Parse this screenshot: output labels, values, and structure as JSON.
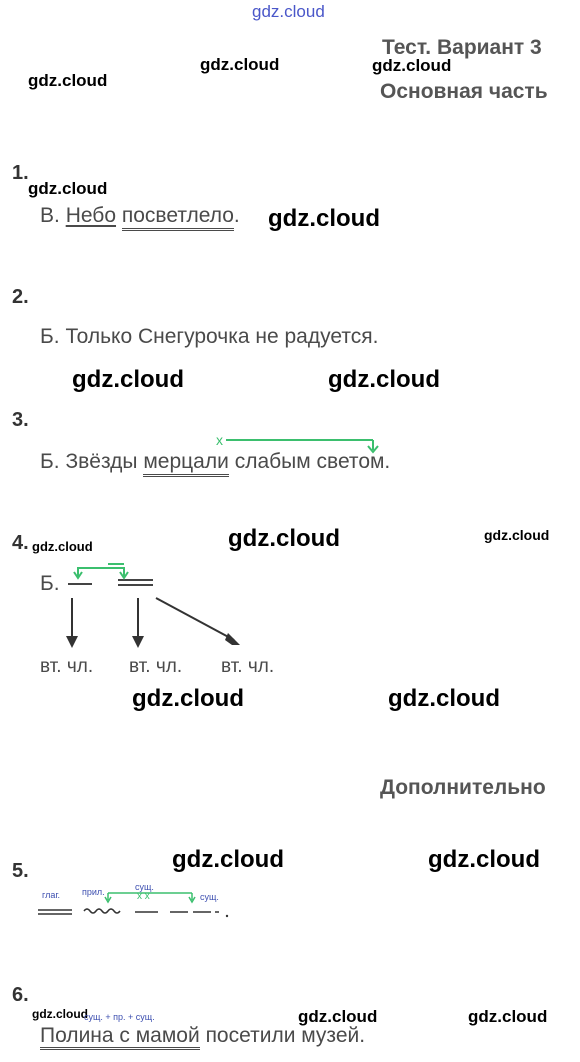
{
  "watermark": "gdz.cloud",
  "header": {
    "title": "Тест. Вариант 3",
    "section_main": "Основная часть",
    "section_extra": "Дополнительно"
  },
  "tasks": {
    "t1": {
      "number": "1.",
      "letter": "В.",
      "subject": "Небо",
      "predicate": "посветлело",
      "end": "."
    },
    "t2": {
      "number": "2.",
      "text": "Б. Только Снегурочка не радуется."
    },
    "t3": {
      "number": "3.",
      "letter": "Б.",
      "w1": "Звёзды",
      "predicate": "мерцали",
      "rest": "слабым светом.",
      "mark": "x"
    },
    "t4": {
      "number": "4.",
      "letter": "Б.",
      "labels": [
        "вт. чл.",
        "вт. чл.",
        "вт. чл."
      ]
    },
    "t5": {
      "number": "5.",
      "tags": [
        "глаг.",
        "прил.",
        "сущ.",
        "сущ."
      ],
      "marks": "x x"
    },
    "t6": {
      "number": "6.",
      "tag": "сущ. + пр. + сущ.",
      "subject": "Полина с мамой",
      "rest": "посетили музей."
    }
  },
  "colors": {
    "accent_green": "#3bbf6e",
    "text": "#4a4a4a",
    "watermark_blue": "#4a57c9"
  }
}
